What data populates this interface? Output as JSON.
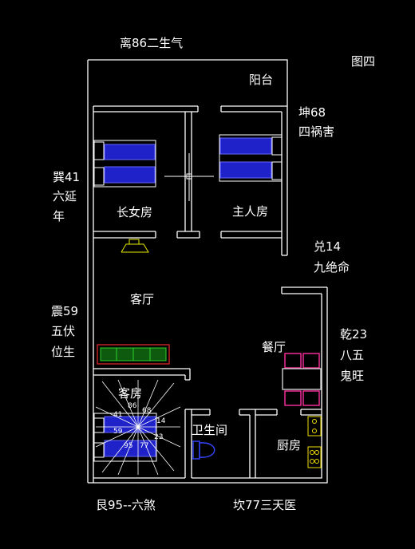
{
  "colors": {
    "wall": "#ffffff",
    "bed": "#1e22c8",
    "sofa_plant": "#1fc21f",
    "dining": "#ff2fa0",
    "kitchen": "#f0e000",
    "toilet": "#2233ff",
    "lamp": "#e8e800",
    "axis": "#ffffff"
  },
  "figure_label": "图四",
  "directions": {
    "li": "离86二生气",
    "kun_a": "坤68",
    "kun_b": "四祸害",
    "xun_a": "巽41",
    "xun_b": "六延",
    "xun_c": "年",
    "dui_a": "兑14",
    "dui_b": "九绝命",
    "zhen_a": "震59",
    "zhen_b": "五伏",
    "zhen_c": "位生",
    "qian_a": "乾23",
    "qian_b": "八五",
    "qian_c": "鬼旺",
    "gen": "艮95--六煞",
    "kan": "坎77三天医"
  },
  "rooms": {
    "balcony": "阳台",
    "eldest_daughter": "长女房",
    "master": "主人房",
    "living": "客厅",
    "dining": "餐厅",
    "guest": "客房",
    "bathroom": "卫生间",
    "kitchen": "厨房"
  },
  "compass_numbers": {
    "n86": "86",
    "n68": "68",
    "n41": "41",
    "n14": "14",
    "n59": "59",
    "n23": "23",
    "n95": "95",
    "n77": "77"
  }
}
